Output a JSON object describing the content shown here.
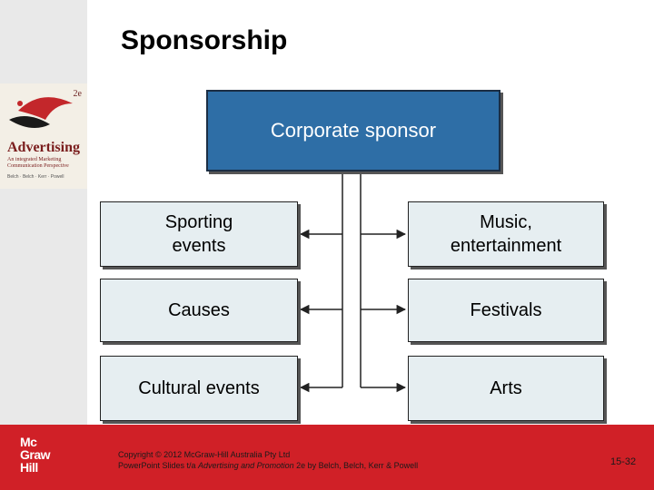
{
  "slide": {
    "title": "Sponsorship",
    "cover": {
      "edition": "2e",
      "word": "Advertising",
      "subtitle": "An integrated Marketing Communication Perspective",
      "authors": "Belch · Belch · Kerr · Powell"
    }
  },
  "diagram": {
    "root": "Corporate sponsor",
    "left_items": [
      "Sporting events",
      "Causes",
      "Cultural events"
    ],
    "right_items": [
      "Music, entertainment",
      "Festivals",
      "Arts"
    ]
  },
  "footer": {
    "logo_lines": [
      "Mc",
      "Graw",
      "Hill"
    ],
    "copyright_line1": "Copyright © 2012 McGraw-Hill Australia Pty Ltd",
    "copyright_line2_prefix": "PowerPoint Slides t/a ",
    "copyright_line2_title": "Advertising and Promotion",
    "copyright_line2_suffix": " 2e by Belch, Belch, Kerr & Powell",
    "slide_number": "15-32"
  },
  "colors": {
    "root_box": "#2e6ea6",
    "child_box": "#e6eef1",
    "footer": "#d02027"
  }
}
